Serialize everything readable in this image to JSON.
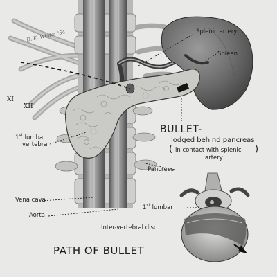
{
  "signature": "D. K. Winter '54",
  "labels": {
    "splenic_artery": "Splenic artery",
    "spleen": "Spleen",
    "bullet_title": "BULLET-",
    "bullet_line1": "lodged behind pancreas",
    "bullet_line2_open": "(",
    "bullet_line2": "in contact with splenic",
    "bullet_line2_close": ")",
    "bullet_line3": "artery",
    "lumbar_vertebra_sup": "st",
    "lumbar_vertebra_num": "1",
    "lumbar_vertebra_word": "lumbar",
    "lumbar_vertebra_line2": "vertebra",
    "pancreas": "Pancreas",
    "vena_cava": "Vena cava",
    "aorta": "Aorta",
    "first_lumbar_num": "1",
    "first_lumbar_sup": "st",
    "first_lumbar_word": "lumbar",
    "intervertebral_disc": "Inter-vertebral disc",
    "path_of_bullet": "PATH OF BULLET",
    "rib_xi": "XI",
    "rib_xii": "XII"
  },
  "colors": {
    "background": "#e9e9e7",
    "ink": "#1c1c1c",
    "spleen": "#6e6e6e",
    "pancreas": "#c9c9c5"
  }
}
